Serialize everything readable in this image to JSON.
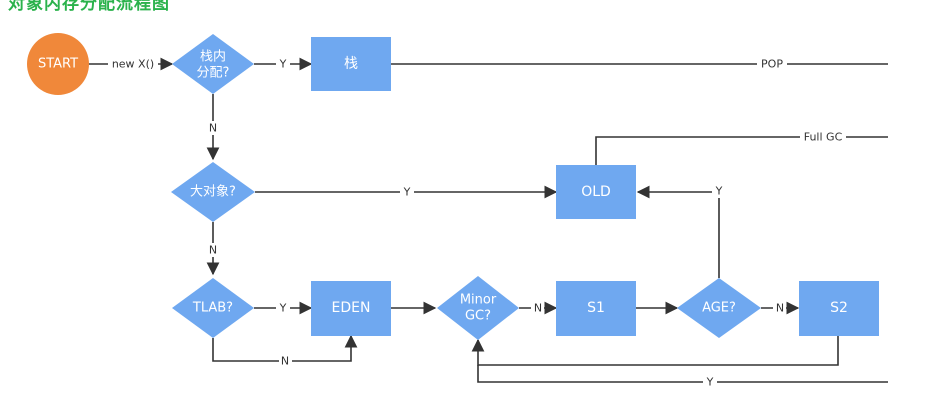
{
  "header": {
    "title": "对象内存分配流程图"
  },
  "nodes": {
    "start": "START",
    "stack_check_line1": "栈内",
    "stack_check_line2": "分配?",
    "stack": "栈",
    "big_object": "大对象?",
    "old": "OLD",
    "tlab": "TLAB?",
    "eden": "EDEN",
    "minor_gc_line1": "Minor",
    "minor_gc_line2": "GC?",
    "s1": "S1",
    "age": "AGE?",
    "s2": "S2"
  },
  "edges": {
    "new_x": "new X()",
    "stack_yes": "Y",
    "pop": "POP",
    "stack_no": "N",
    "big_yes": "Y",
    "big_no": "N",
    "full_gc": "Full GC",
    "age_yes": "Y",
    "tlab_yes": "Y",
    "tlab_no": "N",
    "minor_no": "N",
    "age_no": "N",
    "s2_loop_yes": "Y"
  },
  "colors": {
    "process_node": "#6fa8f0",
    "start_node": "#f0883a",
    "title": "#2bb24c",
    "edge": "#333333"
  }
}
